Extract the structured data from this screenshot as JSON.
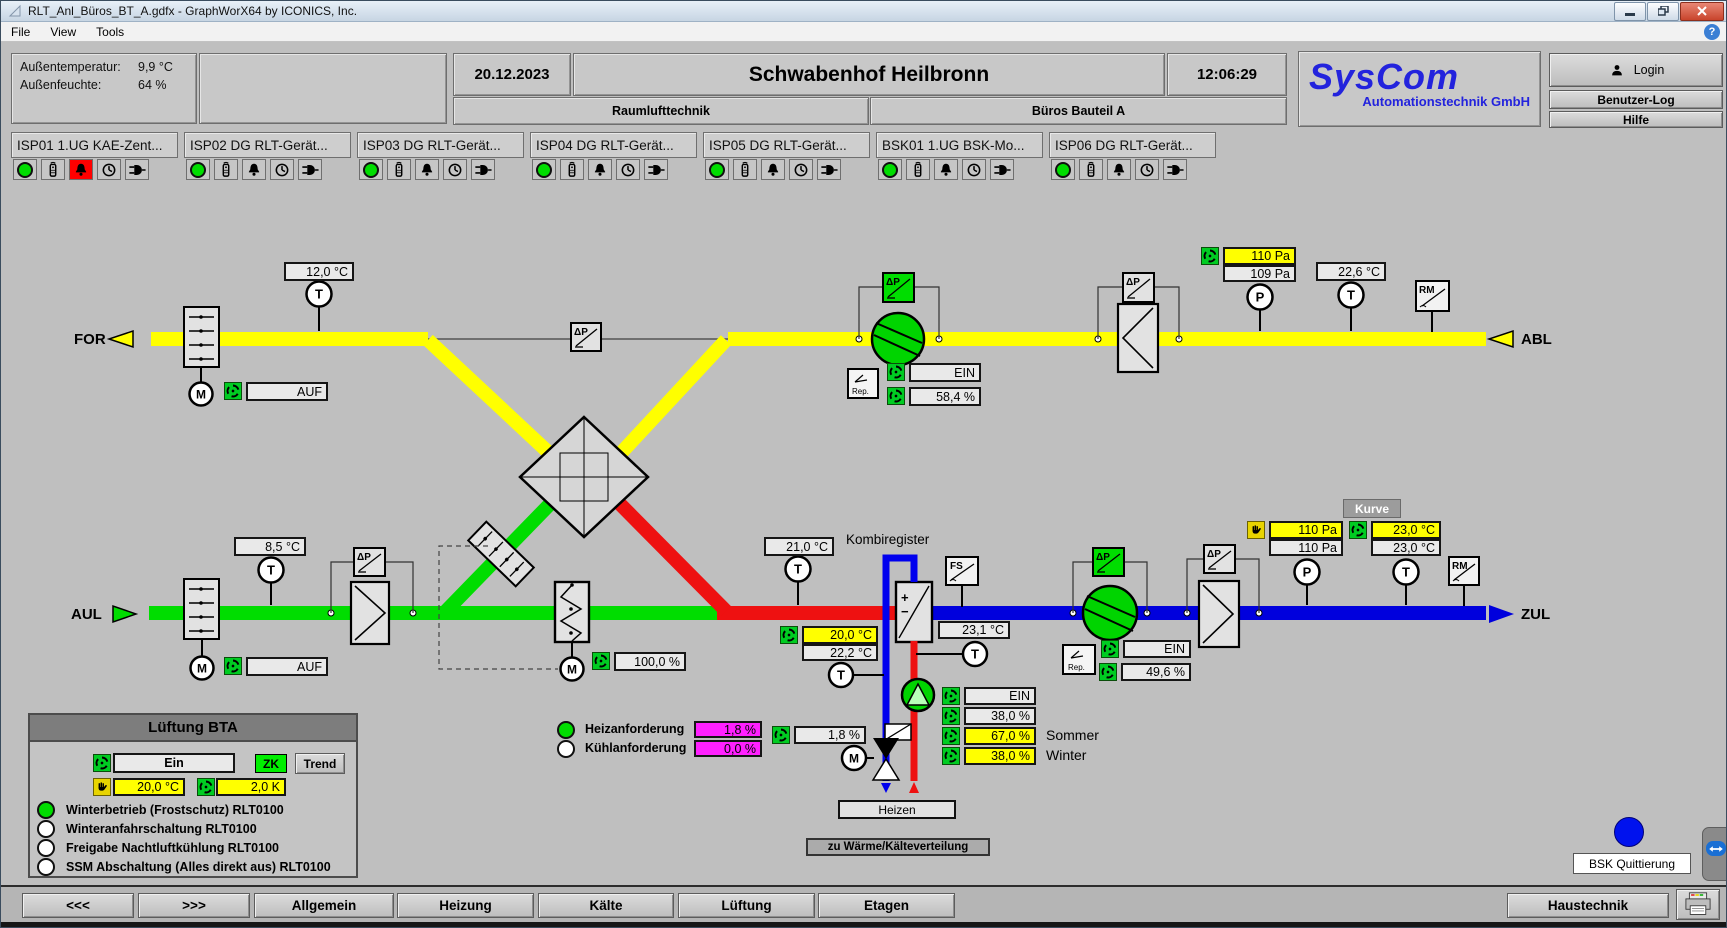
{
  "titlebar": {
    "title": "RLT_Anl_Büros_BT_A.gdfx - GraphWorX64 by ICONICS, Inc."
  },
  "menu": {
    "items": [
      "File",
      "View",
      "Tools"
    ],
    "help_icon": "?"
  },
  "header": {
    "outside_temp_label": "Außentemperatur:",
    "outside_temp": "9,9 °C",
    "outside_hum_label": "Außenfeuchte:",
    "outside_hum": "64 %",
    "date": "20.12.2023",
    "title": "Schwabenhof Heilbronn",
    "time": "12:06:29",
    "subtab_left": "Raumlufttechnik",
    "subtab_right": "Büros Bauteil A",
    "logo": "SysCom",
    "logo_sub": "Automationstechnik GmbH",
    "login": "Login",
    "benutzer_log": "Benutzer-Log",
    "hilfe": "Hilfe"
  },
  "tabs": [
    {
      "label": "ISP01 1.UG KAE-Zent...",
      "alarm": true
    },
    {
      "label": "ISP02 DG RLT-Gerät...",
      "alarm": false
    },
    {
      "label": "ISP03 DG RLT-Gerät...",
      "alarm": false
    },
    {
      "label": "ISP04 DG RLT-Gerät...",
      "alarm": false
    },
    {
      "label": "ISP05 DG RLT-Gerät...",
      "alarm": false
    },
    {
      "label": "BSK01 1.UG BSK-Mo...",
      "alarm": false
    },
    {
      "label": "ISP06 DG RLT-Gerät...",
      "alarm": false
    }
  ],
  "symbols": {
    "dp": "ΔP",
    "rm": "RM",
    "fs": "FS",
    "t": "T",
    "p": "P",
    "m": "M",
    "rep": "Rep.",
    "plus": "+",
    "minus": "−"
  },
  "ducts": {
    "for": "FOR",
    "abl": "ABL",
    "aul": "AUL",
    "zul": "ZUL"
  },
  "diagram": {
    "kombiregister": "Kombiregister",
    "sommer": "Sommer",
    "winter": "Winter",
    "heiz_label": "Heizanforderung",
    "kuehl_label": "Kühlanforderung",
    "kurve": "Kurve",
    "heizen": "Heizen",
    "verteilung": "zu Wärme/Kälteverteilung",
    "bsk_quittierung": "BSK Quittierung",
    "fields": [
      {
        "id": "for-damper-cmd",
        "text": "AUF",
        "bg": "white",
        "icon": "pin"
      },
      {
        "id": "for-temp",
        "text": "12,0 °C",
        "bg": "white",
        "icon": null
      },
      {
        "id": "abl-fan-status",
        "text": "EIN",
        "bg": "white",
        "icon": "pin"
      },
      {
        "id": "abl-fan-speed",
        "text": "58,4 %",
        "bg": "white",
        "icon": "pin"
      },
      {
        "id": "abl-filter-dp-sp",
        "text": "110 Pa",
        "bg": "yellow",
        "icon": "pin"
      },
      {
        "id": "abl-filter-dp",
        "text": "109 Pa",
        "bg": "white",
        "icon": null
      },
      {
        "id": "abl-temp",
        "text": "22,6 °C",
        "bg": "white",
        "icon": null
      },
      {
        "id": "aul-damper-cmd",
        "text": "AUF",
        "bg": "white",
        "icon": "pin"
      },
      {
        "id": "aul-temp",
        "text": "8,5 °C",
        "bg": "white",
        "icon": null
      },
      {
        "id": "preheater-valve-pos",
        "text": "100,0 %",
        "bg": "white",
        "icon": "pin"
      },
      {
        "id": "mixed-temp",
        "text": "21,0 °C",
        "bg": "white",
        "icon": null
      },
      {
        "id": "supply-sp",
        "text": "20,0 °C",
        "bg": "yellow",
        "icon": "pin"
      },
      {
        "id": "supply-sp2",
        "text": "22,2 °C",
        "bg": "white",
        "icon": null
      },
      {
        "id": "return-temp",
        "text": "23,1 °C",
        "bg": "white",
        "icon": null
      },
      {
        "id": "pump-status",
        "text": "EIN",
        "bg": "white",
        "icon": "pin"
      },
      {
        "id": "pump-speed",
        "text": "38,0 %",
        "bg": "white",
        "icon": "pin"
      },
      {
        "id": "pump-sommer",
        "text": "67,0 %",
        "bg": "yellow",
        "icon": "pin"
      },
      {
        "id": "pump-winter",
        "text": "38,0 %",
        "bg": "yellow",
        "icon": "pin"
      },
      {
        "id": "valve-pos",
        "text": "1,8 %",
        "bg": "white",
        "icon": "pin"
      },
      {
        "id": "heiz-anf",
        "text": "1,8 %",
        "bg": "magenta",
        "icon": null
      },
      {
        "id": "kuehl-anf",
        "text": "0,0 %",
        "bg": "magenta",
        "icon": null
      },
      {
        "id": "zul-fan-status",
        "text": "EIN",
        "bg": "white",
        "icon": "pin"
      },
      {
        "id": "zul-fan-speed",
        "text": "49,6 %",
        "bg": "white",
        "icon": "pin"
      },
      {
        "id": "zul-filter-dp-sp",
        "text": "110 Pa",
        "bg": "yellow",
        "icon": "hand"
      },
      {
        "id": "zul-filter-dp",
        "text": "110 Pa",
        "bg": "white",
        "icon": null
      },
      {
        "id": "zul-temp-sp",
        "text": "23,0 °C",
        "bg": "yellow",
        "icon": "pin"
      },
      {
        "id": "zul-temp",
        "text": "23,0 °C",
        "bg": "white",
        "icon": null
      }
    ]
  },
  "bta": {
    "title": "Lüftung BTA",
    "ein": "Ein",
    "zk": "ZK",
    "trend": "Trend",
    "setpoint": "20,0 °C",
    "delta": "2,0 K",
    "rows": [
      {
        "on": true,
        "label": "Winterbetrieb (Frostschutz) RLT0100"
      },
      {
        "on": false,
        "label": "Winteranfahrschaltung RLT0100"
      },
      {
        "on": false,
        "label": "Freigabe Nachtluftkühlung RLT0100"
      },
      {
        "on": false,
        "label": "SSM Abschaltung (Alles direkt aus) RLT0100"
      }
    ]
  },
  "nav": {
    "buttons": [
      "<<<",
      ">>>",
      "Allgemein",
      "Heizung",
      "Kälte",
      "Lüftung",
      "Etagen"
    ],
    "haustechnik": "Haustechnik"
  }
}
